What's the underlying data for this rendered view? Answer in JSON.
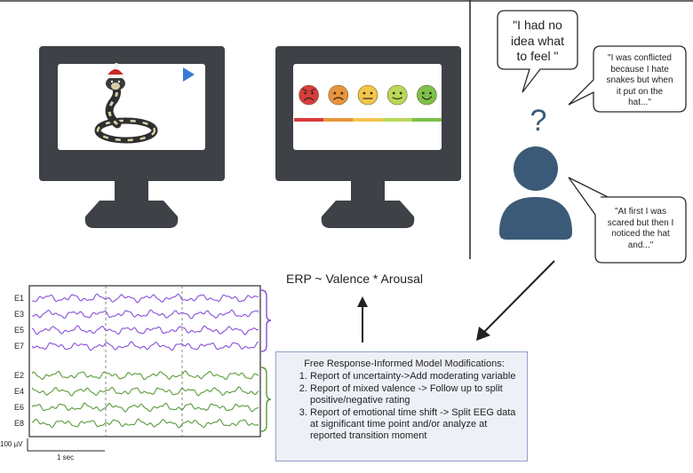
{
  "bubbles": [
    {
      "id": "bubble-no-idea",
      "text": "\"I had no idea what to feel \"",
      "lines": [
        "\"I had no",
        "idea what",
        "to feel \""
      ]
    },
    {
      "id": "bubble-conflicted",
      "text": "\"I was conflicted because I hate snakes but when it put on the hat...\"",
      "lines": [
        "\"I was conflicted",
        "because I hate",
        "snakes but when",
        "it put on the",
        "hat...\""
      ]
    },
    {
      "id": "bubble-scared",
      "text": "\"At first I was scared but then I noticed the hat and...\"",
      "lines": [
        "\"At first I was",
        "scared but then I",
        "noticed the hat",
        "and...\""
      ]
    }
  ],
  "question_mark": "?",
  "formula": "ERP ~ Valence * Arousal",
  "model_box": {
    "title": "Free Response-Informed Model Modifications:",
    "items": [
      "Report of uncertainty->Add moderating variable",
      "Report of mixed valence -> Follow up to split positive/negative rating",
      "Report of emotional time shift -> Split EEG data at significant time point and/or analyze at reported transition moment"
    ]
  },
  "eeg": {
    "purple_channels": [
      "E1",
      "E3",
      "E5",
      "E7"
    ],
    "green_channels": [
      "E2",
      "E4",
      "E6",
      "E8"
    ],
    "purple_color": "#8a4fd8",
    "green_color": "#5a9a3a",
    "scale_amplitude": "100 µV",
    "scale_time": "1 sec"
  },
  "rating_scale_colors": [
    "#d93c3c",
    "#e8943c",
    "#f2c64a",
    "#b8d858",
    "#7cc04a"
  ],
  "colors": {
    "monitor": "#3e4146",
    "person": "#3b5a78",
    "play_icon": "#3a7bd5",
    "box_border": "#8fa0c8",
    "box_fill": "#eef0f8"
  }
}
